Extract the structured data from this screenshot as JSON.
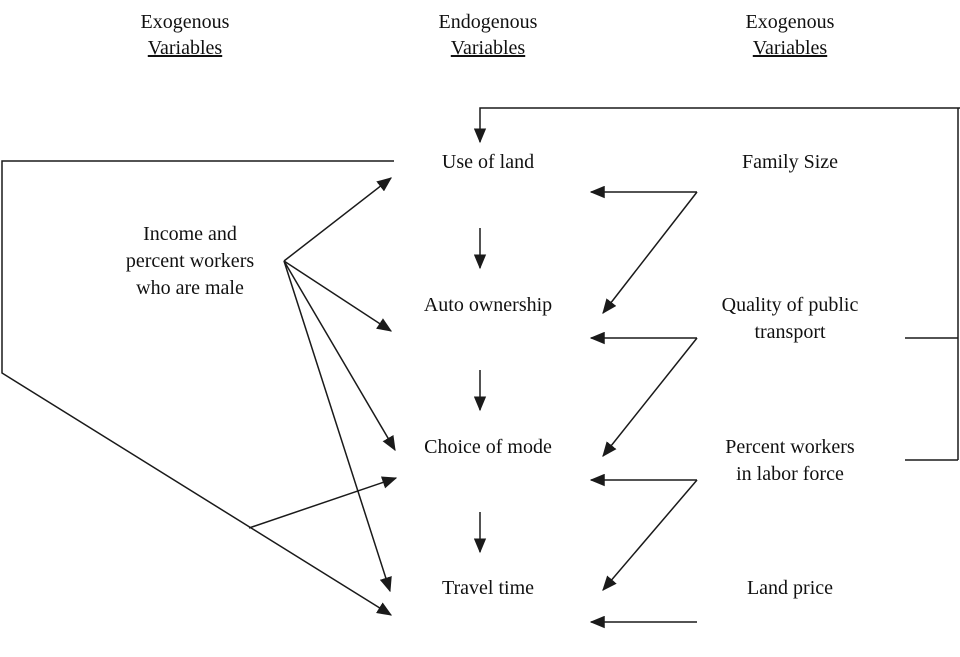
{
  "colors": {
    "line": "#1a1a1a",
    "text": "#111111",
    "background": "#ffffff"
  },
  "headers": {
    "left": {
      "line1": "Exogenous",
      "line2": "Variables"
    },
    "center": {
      "line1": "Endogenous",
      "line2": "Variables"
    },
    "right": {
      "line1": "Exogenous",
      "line2": "Variables"
    }
  },
  "left_node": {
    "lines": [
      "Income and",
      "percent workers",
      "who are male"
    ]
  },
  "endogenous": [
    "Use of land",
    "Auto ownership",
    "Choice of mode",
    "Travel time"
  ],
  "exogenous_right": [
    {
      "lines": [
        "Family Size"
      ]
    },
    {
      "lines": [
        "Quality of public",
        "transport"
      ]
    },
    {
      "lines": [
        "Percent workers",
        "in labor force"
      ]
    },
    {
      "lines": [
        "Land price"
      ]
    }
  ],
  "edges": [
    {
      "from": "Use of land",
      "to": "Auto ownership"
    },
    {
      "from": "Auto ownership",
      "to": "Choice of mode"
    },
    {
      "from": "Choice of mode",
      "to": "Travel time"
    },
    {
      "from": "Income and percent workers who are male",
      "to": "Use of land"
    },
    {
      "from": "Income and percent workers who are male",
      "to": "Auto ownership"
    },
    {
      "from": "Income and percent workers who are male",
      "to": "Choice of mode"
    },
    {
      "from": "Income and percent workers who are male",
      "to": "Travel time"
    },
    {
      "from": "Family Size",
      "to": "Use of land"
    },
    {
      "from": "Family Size",
      "to": "Auto ownership"
    },
    {
      "from": "Quality of public transport",
      "to": "Auto ownership"
    },
    {
      "from": "Quality of public transport",
      "to": "Choice of mode"
    },
    {
      "from": "Percent workers in labor force",
      "to": "Choice of mode"
    },
    {
      "from": "Percent workers in labor force",
      "to": "Travel time"
    },
    {
      "from": "Land price",
      "to": "Travel time"
    },
    {
      "from": "left feedback loop (Use of land)",
      "to": "Choice of mode / bottom of endogenous chain"
    },
    {
      "from": "right feedback loop",
      "to": "Use of land"
    }
  ]
}
